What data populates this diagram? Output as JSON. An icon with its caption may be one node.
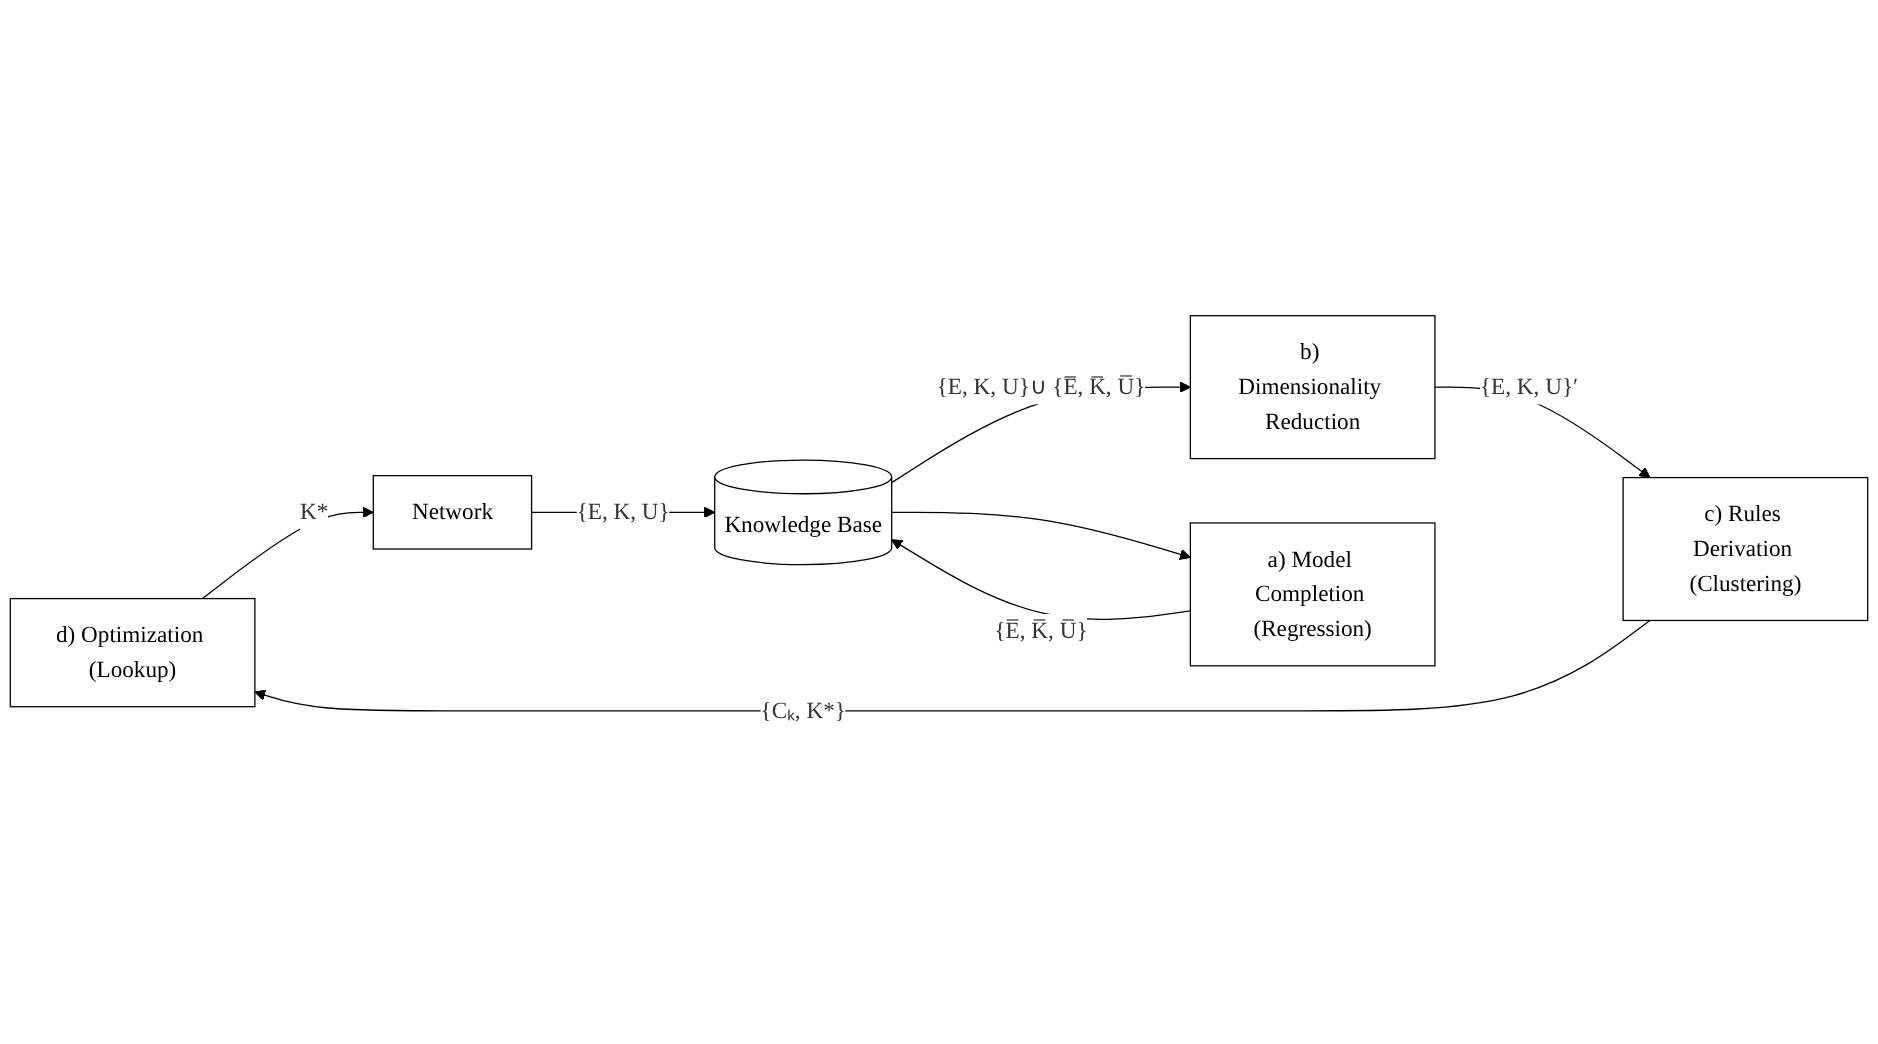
{
  "diagram": {
    "nodes": [
      {
        "text": [
          "d) Optimization (Lookup)"
        ]
      },
      {
        "text": [
          "c) Rules Derivation (Clustering)"
        ]
      },
      {
        "text": [
          "Network"
        ]
      },
      {
        "text": [
          "Knowledge Base"
        ]
      },
      {
        "text": [
          "b) Dimensionality Reduction"
        ]
      },
      {
        "text": [
          "a) Model Completion (Regression)"
        ]
      }
    ],
    "edges": [
      {
        "from": 1,
        "to": 0,
        "arrow": "to",
        "label": "{Cₖ, K*}"
      },
      {
        "from": 0,
        "to": 2,
        "arrow": "to",
        "label": "K*"
      },
      {
        "from": 2,
        "to": 3,
        "arrow": "to",
        "label": "{E, K, U}"
      },
      {
        "from": 3,
        "to": 4,
        "arrow": "to",
        "label": "{E, K, U}∪ {E̅, K̅, U̅}"
      },
      {
        "from": 4,
        "to": 1,
        "arrow": "to",
        "label": "{E, K, U}′"
      },
      {
        "from": 3,
        "to": 5,
        "arrow": "to"
      },
      {
        "from": 5,
        "to": 3,
        "arrow": "to",
        "label": "{E̅, K̅, U̅}"
      }
    ]
  }
}
